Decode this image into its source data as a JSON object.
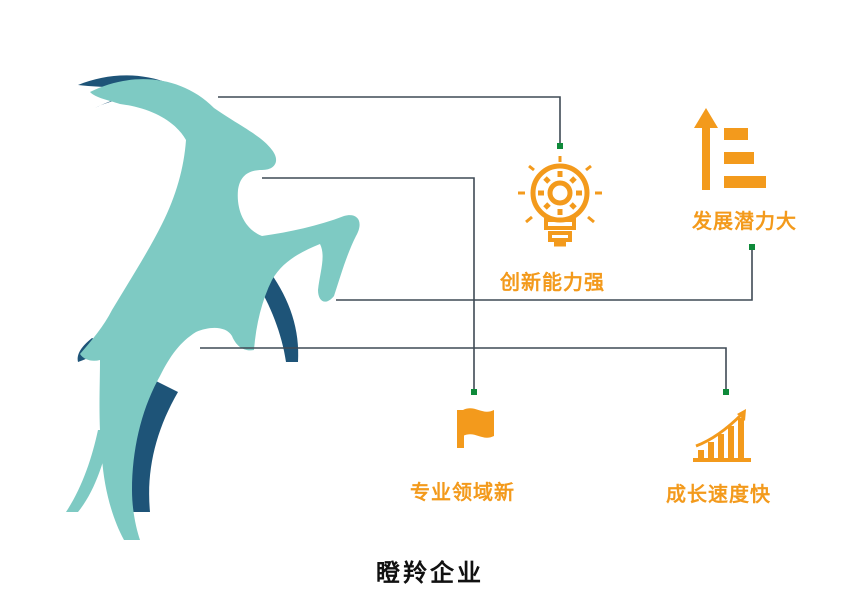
{
  "colors": {
    "accent": "#f39a1c",
    "goat_body": "#7ecac3",
    "goat_shadow": "#1e5478",
    "connector": "#3f4a55",
    "node": "#0f8a3a"
  },
  "features": [
    {
      "label": "创新能力强",
      "icon": "lightbulb-gear-icon"
    },
    {
      "label": "发展潜力大",
      "icon": "arrow-up-bars-icon"
    },
    {
      "label": "专业领域新",
      "icon": "flag-icon"
    },
    {
      "label": "成长速度快",
      "icon": "growth-chart-icon"
    }
  ],
  "caption": "瞪羚企业"
}
